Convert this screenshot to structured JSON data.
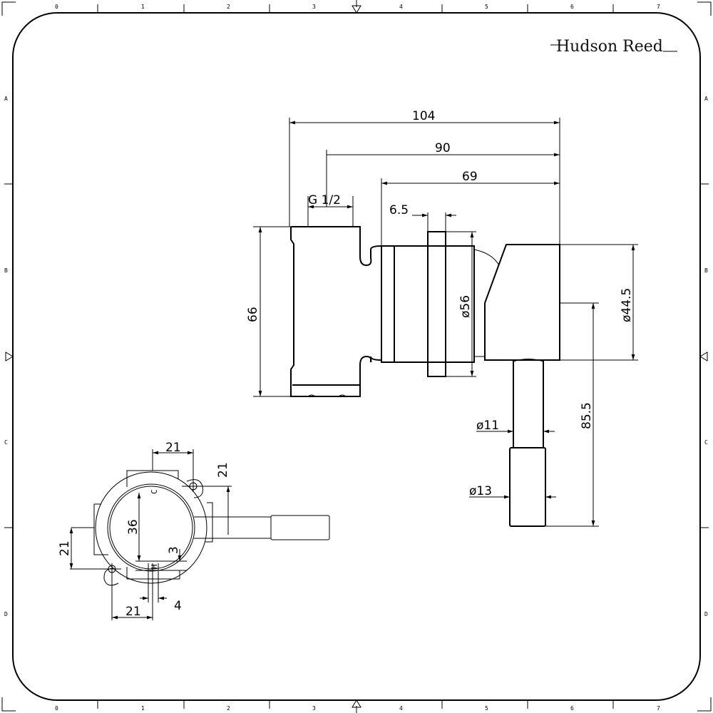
{
  "logo": {
    "text": "Hudson Reed"
  },
  "ruler": {
    "columns": [
      "0",
      "1",
      "2",
      "3",
      "4",
      "5",
      "6",
      "7"
    ],
    "rows": [
      "A",
      "B",
      "C",
      "D"
    ]
  },
  "side_view": {
    "dim_overall": "104",
    "dim_inlet_to_end": "90",
    "dim_body_to_end": "69",
    "dim_thread": "G 1/2",
    "dim_flange": "6.5",
    "dim_height": "66",
    "dim_flange_dia": "ø56",
    "dim_handle_dia": "ø44.5",
    "dim_lever_length": "85.5",
    "dim_stem_dia": "ø11",
    "dim_grip_dia": "ø13"
  },
  "front_view": {
    "dim_top_width": "21",
    "dim_right_offset": "21",
    "dim_bore": "36",
    "dim_gap": "3",
    "dim_left_offset": "21",
    "dim_bottom_offset": "21",
    "dim_slot": "4",
    "mark_c": "C",
    "mark_h": "H"
  }
}
